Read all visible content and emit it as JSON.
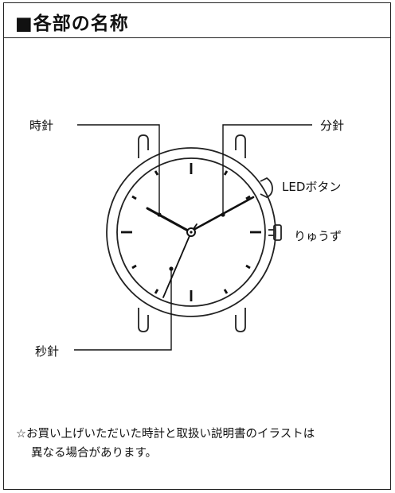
{
  "header": {
    "title": "■各部の名称"
  },
  "labels": {
    "hour_hand": "時針",
    "minute_hand": "分針",
    "led_button": "LEDボタン",
    "crown": "りゅうず",
    "second_hand": "秒針"
  },
  "note": {
    "line1": "☆お買い上げいただいた時計と取扱い説明書のイラストは",
    "line2": "異なる場合があります。"
  }
}
